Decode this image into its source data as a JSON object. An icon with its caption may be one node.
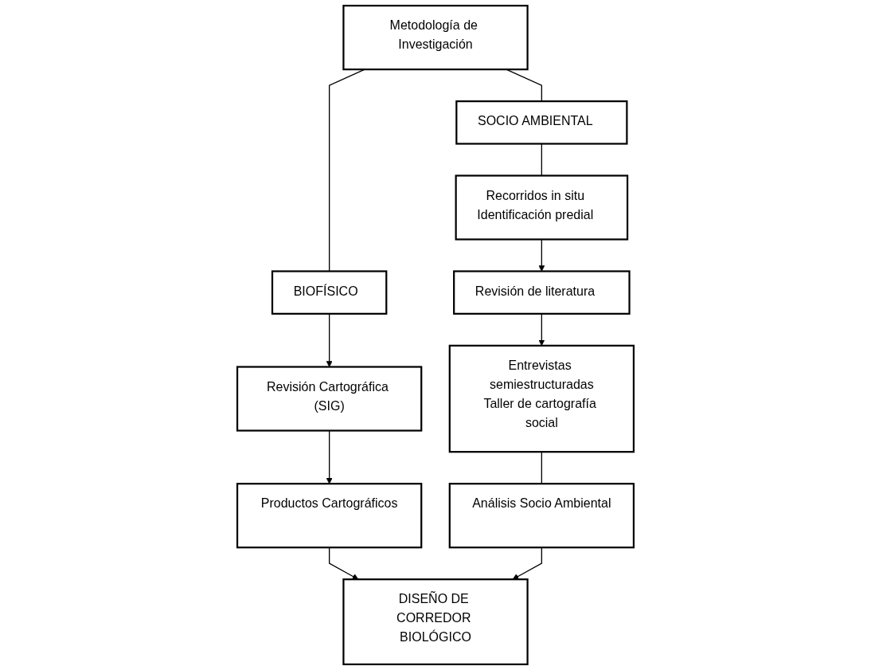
{
  "diagram": {
    "nodes": [
      {
        "text": [
          "Metodología de Investigación"
        ]
      },
      {
        "text": [
          "BIOFÍSICO"
        ]
      },
      {
        "text": [
          "SOCIO AMBIENTAL"
        ]
      },
      {
        "text": [
          "Revisión Cartográfica (SIG)"
        ]
      },
      {
        "text": [
          "Productos Cartográficos"
        ]
      },
      {
        "text": [
          "Recorridos in situ",
          "Identificación predial"
        ]
      },
      {
        "text": [
          "Revisión de literatura"
        ]
      },
      {
        "text": [
          "Entrevistas semiestructuradas",
          "Taller de cartografía social"
        ]
      },
      {
        "text": [
          "Análisis Socio Ambiental"
        ]
      },
      {
        "text": [
          "DISEÑO DE CORREDOR BIOLÓGICO"
        ]
      }
    ],
    "edges": [
      {
        "from": 0,
        "to": 1,
        "arrow": "none"
      },
      {
        "from": 0,
        "to": 2,
        "arrow": "none"
      },
      {
        "from": 1,
        "to": 3,
        "arrow": "to"
      },
      {
        "from": 3,
        "to": 4,
        "arrow": "to"
      },
      {
        "from": 2,
        "to": 5,
        "arrow": "none"
      },
      {
        "from": 5,
        "to": 6,
        "arrow": "to"
      },
      {
        "from": 6,
        "to": 7,
        "arrow": "to"
      },
      {
        "from": 7,
        "to": 8,
        "arrow": "none"
      },
      {
        "from": 4,
        "to": 9,
        "arrow": "to"
      },
      {
        "from": 8,
        "to": 9,
        "arrow": "to"
      }
    ]
  }
}
